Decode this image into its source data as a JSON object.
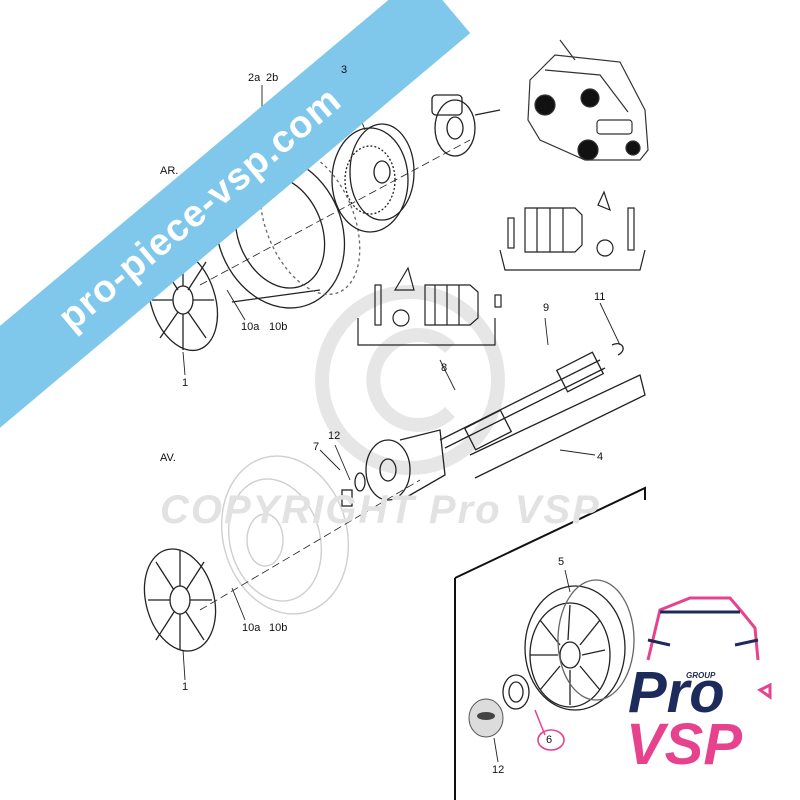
{
  "labels": {
    "ar": "AR.",
    "av": "AV.",
    "p1_top": "1",
    "p1_bottom": "1",
    "p2a": "2a",
    "p2b": "2b",
    "p3": "3",
    "p4": "4",
    "p5": "5",
    "p6": "6",
    "p7": "7",
    "p8": "8",
    "p9": "9",
    "p10a_top": "10a",
    "p10b_top": "10b",
    "p10a_bottom": "10a",
    "p10b_bottom": "10b",
    "p11": "11",
    "p12_hub": "12",
    "p12_cap": "12"
  },
  "watermark": {
    "banner_text": "pro-piece-vsp.com",
    "copyright_text": "COPYRIGHT Pro VSP"
  },
  "logo": {
    "word1": "Pro",
    "word2": "VSP",
    "group": "GROUP"
  },
  "colors": {
    "banner": "#7fc8ec",
    "logo_navy": "#1c2b59",
    "logo_pink": "#e6428d",
    "line": "#222222",
    "faded": "#cfcfcf"
  },
  "icons": [
    "car-icon",
    "tire-icon",
    "wheel-rim-icon",
    "hubcap-icon",
    "hub-icon",
    "driveshaft-icon",
    "boot-kit-icon",
    "center-cap-icon"
  ]
}
